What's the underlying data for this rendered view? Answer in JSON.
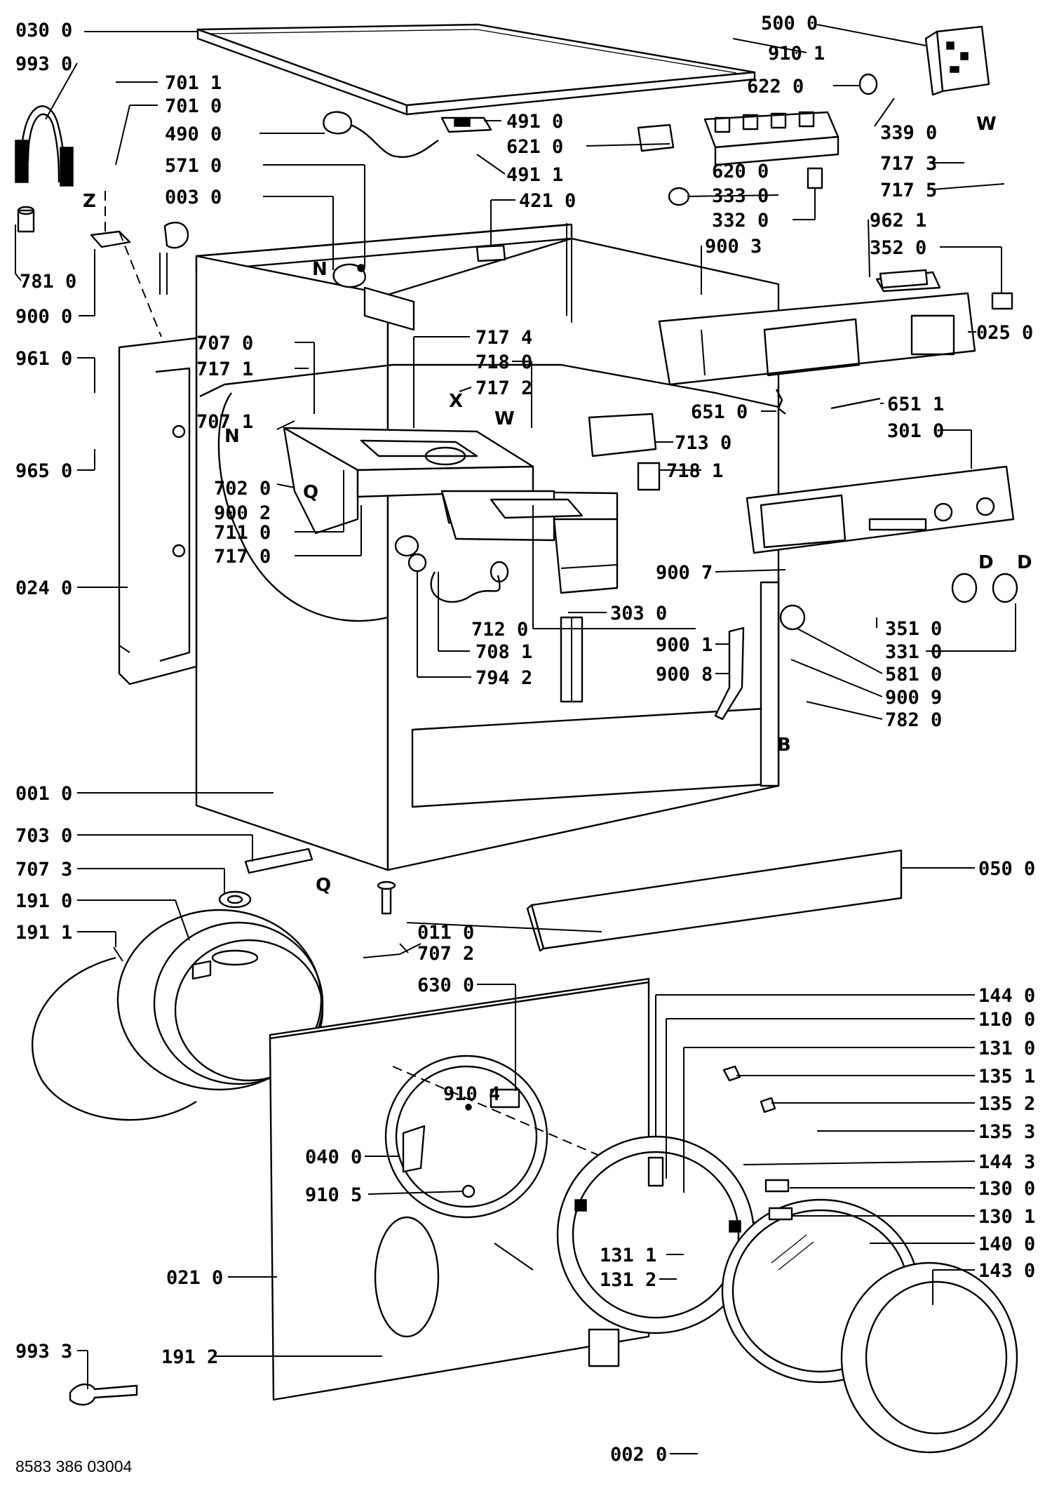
{
  "drawing_code": "8583 386 03004",
  "left_labels": [
    "030 0",
    "993 0",
    "781 0",
    "900 0",
    "961 0",
    "965 0",
    "024 0",
    "001 0",
    "703 0",
    "707 3",
    "191 0",
    "191 1",
    "021 0",
    "993 3",
    "191 2"
  ],
  "cabinet_labels": [
    "701 1",
    "701 0",
    "490 0",
    "571 0",
    "003 0",
    "707 0",
    "717 1",
    "707 1",
    "702 0",
    "900 2",
    "711 0",
    "717 0"
  ],
  "center_labels": [
    "491 0",
    "621 0",
    "491 1",
    "421 0",
    "717 4",
    "718 0",
    "717 2",
    "713 0",
    "718 1",
    "712 0",
    "708 1",
    "794 2",
    "303 0",
    "011 0",
    "707 2",
    "630 0",
    "910 4",
    "040 0",
    "910 5",
    "131 1",
    "131 2",
    "002 0"
  ],
  "right_labels": [
    "500 0",
    "910 1",
    "622 0",
    "339 0",
    "717 3",
    "717 5",
    "620 0",
    "333 0",
    "332 0",
    "962 1",
    "352 0",
    "900 3",
    "025 0",
    "651 0",
    "651 1",
    "301 0",
    "900 7",
    "900 1",
    "900 8",
    "351 0",
    "331 0",
    "581 0",
    "900 9",
    "782 0",
    "050 0",
    "144 0",
    "110 0",
    "131 0",
    "135 1",
    "135 2",
    "135 3",
    "144 3",
    "130 0",
    "130 1",
    "140 0",
    "143 0"
  ],
  "letters": [
    "Z",
    "N",
    "X",
    "W",
    "N",
    "Q",
    "W",
    "D",
    "D",
    "B",
    "Q"
  ]
}
